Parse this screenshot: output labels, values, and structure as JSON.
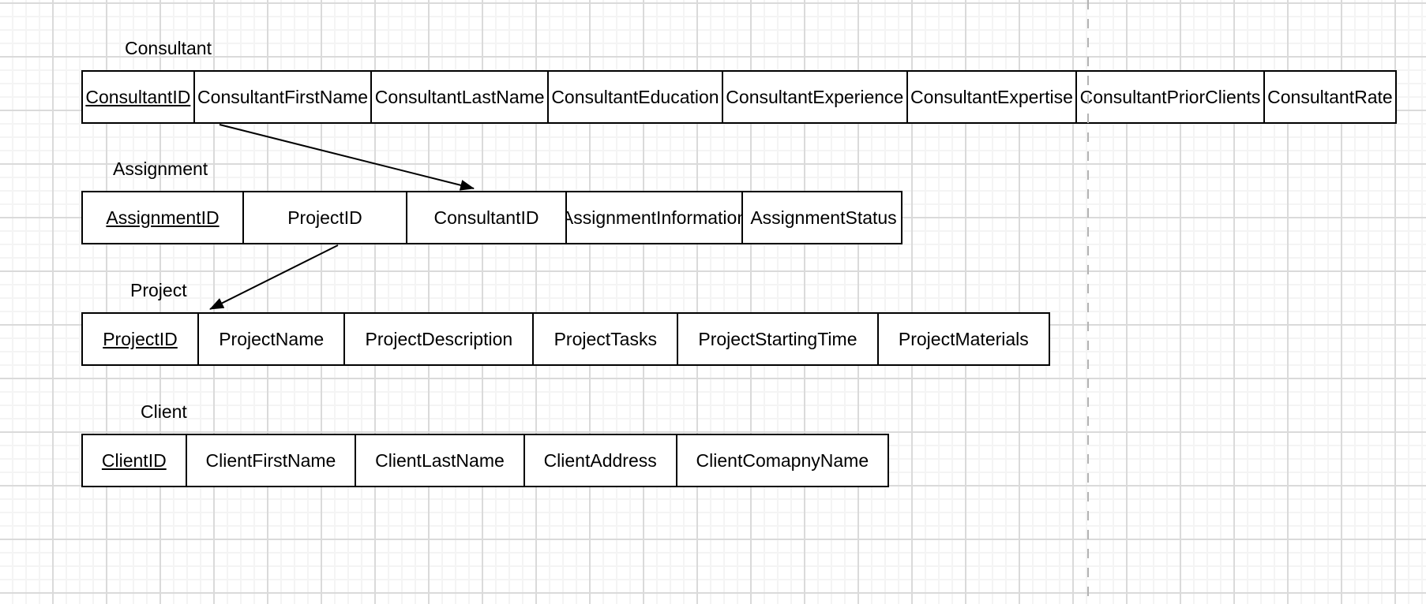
{
  "diagram": {
    "tables": [
      {
        "name": "Consultant",
        "fields": [
          {
            "label": "ConsultantID",
            "pk": true
          },
          {
            "label": "ConsultantFirstName",
            "pk": false
          },
          {
            "label": "ConsultantLastName",
            "pk": false
          },
          {
            "label": "ConsultantEducation",
            "pk": false
          },
          {
            "label": "ConsultantExperience",
            "pk": false
          },
          {
            "label": "ConsultantExpertise",
            "pk": false
          },
          {
            "label": "ConsultantPriorClients",
            "pk": false
          },
          {
            "label": "ConsultantRate",
            "pk": false
          }
        ]
      },
      {
        "name": "Assignment",
        "fields": [
          {
            "label": "AssignmentID",
            "pk": true
          },
          {
            "label": "ProjectID",
            "pk": false
          },
          {
            "label": "ConsultantID",
            "pk": false
          },
          {
            "label": "AssignmentInformation",
            "pk": false
          },
          {
            "label": "AssignmentStatus",
            "pk": false
          }
        ]
      },
      {
        "name": "Project",
        "fields": [
          {
            "label": "ProjectID",
            "pk": true
          },
          {
            "label": "ProjectName",
            "pk": false
          },
          {
            "label": "ProjectDescription",
            "pk": false
          },
          {
            "label": "ProjectTasks",
            "pk": false
          },
          {
            "label": "ProjectStartingTime",
            "pk": false
          },
          {
            "label": "ProjectMaterials",
            "pk": false
          }
        ]
      },
      {
        "name": "Client",
        "fields": [
          {
            "label": "ClientID",
            "pk": true
          },
          {
            "label": "ClientFirstName",
            "pk": false
          },
          {
            "label": "ClientLastName",
            "pk": false
          },
          {
            "label": "ClientAddress",
            "pk": false
          },
          {
            "label": "ClientComapnyName",
            "pk": false
          }
        ]
      }
    ],
    "relations": [
      {
        "from": "Consultant.ConsultantID",
        "to": "Assignment.ConsultantID"
      },
      {
        "from": "Assignment.ProjectID",
        "to": "Project.ProjectID"
      }
    ],
    "colors": {
      "shape_border": "#000000",
      "shape_fill": "#ffffff",
      "text": "#000000",
      "page_divider": "#b3b3b3",
      "grid_minor": "#f4f4f4",
      "grid_major": "#dadada"
    }
  }
}
